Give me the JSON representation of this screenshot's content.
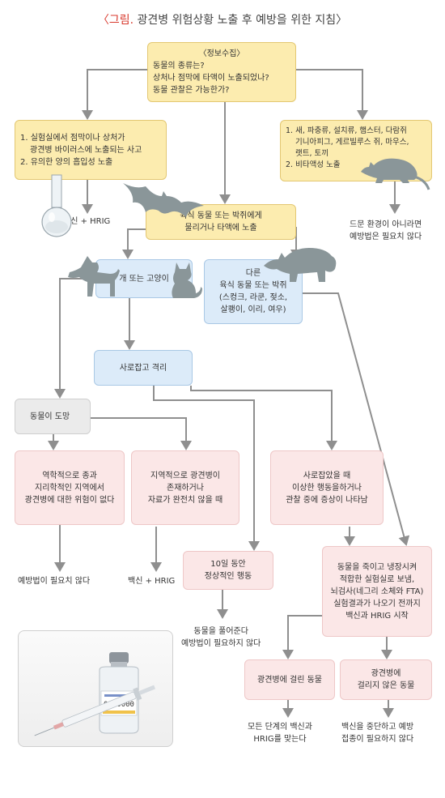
{
  "title": {
    "figure_label": "〈그림.",
    "text": "광견병 위험상황 노출 후 예방을 위한 지침〉"
  },
  "nodes": {
    "info": {
      "lines": [
        "〈정보수집〉",
        "동물의 종류는?",
        "상처나 점막에 타액이 노출되었나?",
        "동물 관찰은 가능한가?"
      ]
    },
    "lab": {
      "lines": [
        "1. 실험실에서 점막이나 상처가",
        "광견병 바이러스에 노출되는 사고",
        "2. 유의한 양의 흡입성 노출"
      ]
    },
    "rodent": {
      "lines": [
        "1. 새, 파충류, 설치류, 햄스터, 다람쥐",
        "기니아피그, 게르빌루스 쥐, 마우스,",
        "랫트, 토끼",
        "2. 비타액성 노출"
      ]
    },
    "bite": {
      "lines": [
        "육식 동물 또는 박쥐에게",
        "물리거나 타액에 노출"
      ]
    },
    "dogcat": {
      "lines": [
        "개 또는 고양이"
      ]
    },
    "other": {
      "lines": [
        "다른",
        "육식 동물 또는 박쥐",
        "(스컹크, 라쿤, 젖소,",
        "살쾡이, 이리, 여우)"
      ]
    },
    "capture": {
      "lines": [
        "사로잡고 격리"
      ]
    },
    "escape": {
      "lines": [
        "동물이 도망"
      ]
    },
    "no_risk": {
      "lines": [
        "역학적으로 종과",
        "지리학적인 지역에서",
        "광견병에 대한 위험이 없다"
      ]
    },
    "risk_region": {
      "lines": [
        "지역적으로 광견병이",
        "존재하거나",
        "자료가 완전치 않을 때"
      ]
    },
    "abnormal": {
      "lines": [
        "사로잡았을 때",
        "이상한 행동을하거나",
        "관찰 중에 증상이 나타남"
      ]
    },
    "ten_days": {
      "lines": [
        "10일 동안",
        "정상적인 행동"
      ]
    },
    "euthanize": {
      "lines": [
        "동물을 죽이고 냉장시켜",
        "적합한 실험실로 보냄,",
        "뇌검사(네그리 소체와 FTA)",
        "실험결과가 나오기 전까지",
        "백신과 HRIG 시작"
      ]
    },
    "rabid": {
      "lines": [
        "광견병에 걸린 동물"
      ]
    },
    "not_rabid": {
      "lines": [
        "광견병에",
        "걸리지 않은 동물"
      ]
    }
  },
  "outcomes": {
    "lab_result": {
      "lines": [
        "백신 + HRIG"
      ]
    },
    "rodent_result": {
      "lines": [
        "드문 환경이 아니라면",
        "예방법은 필요치 않다"
      ]
    },
    "no_risk_result": {
      "lines": [
        "예방법이 필요치 않다"
      ]
    },
    "risk_region_result": {
      "lines": [
        "백신 + HRIG"
      ]
    },
    "ten_days_result": {
      "lines": [
        "동물을 풀어준다",
        "예방법이 필요하지 않다"
      ]
    },
    "rabid_result": {
      "lines": [
        "모든 단계의 백신과",
        "HRIG를 맞는다"
      ]
    },
    "not_rabid_result": {
      "lines": [
        "백신을 중단하고 예방",
        "접종이 필요하지 않다"
      ]
    }
  },
  "vial_label": "0000000",
  "icons": [
    "bat-icon",
    "dog-icon",
    "cat-icon",
    "raccoon-icon",
    "rat-icon",
    "flask-icon",
    "vaccine-vial-icon",
    "syringe-icon"
  ],
  "colors": {
    "accent": "#d8382c",
    "yellow_box": "#fcecaf",
    "blue_box": "#dcebf9",
    "gray_box": "#ebebeb",
    "pink_box": "#fbe7e7",
    "connector": "#8f8f8f",
    "silhouette": "#8a9699"
  }
}
